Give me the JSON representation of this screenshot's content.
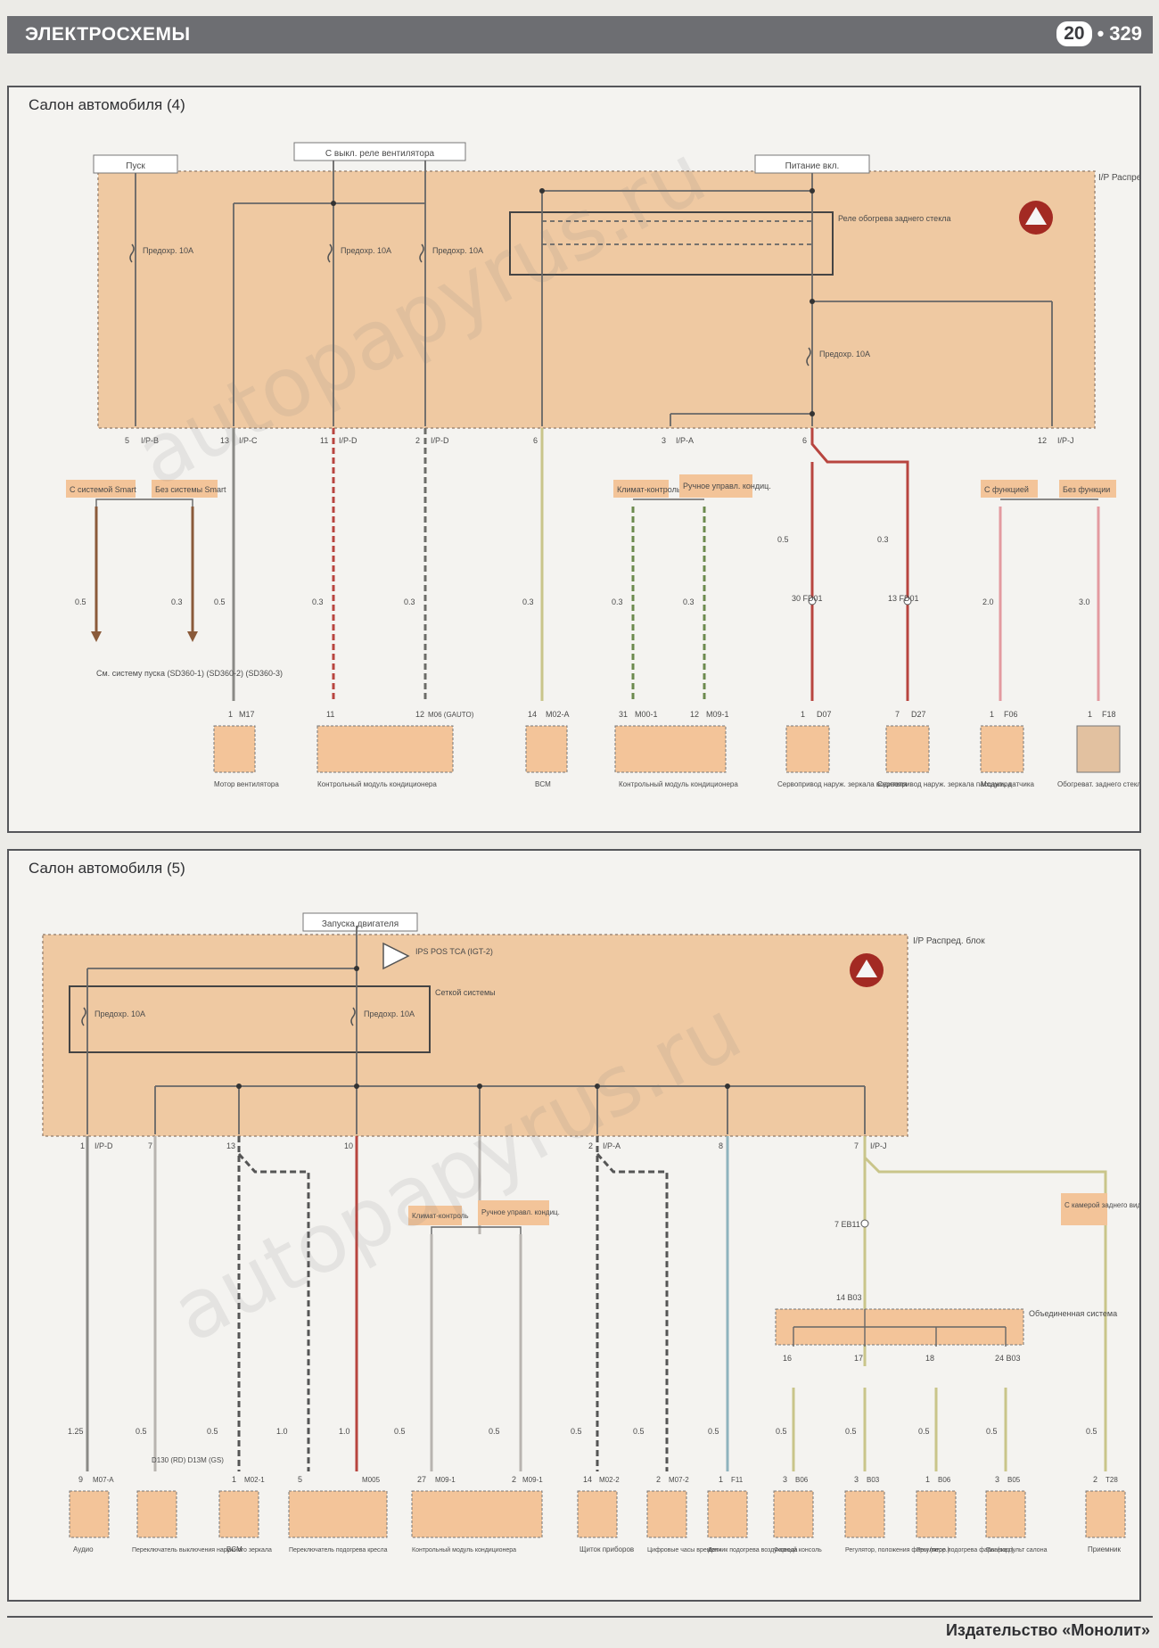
{
  "header": {
    "title": "ЭЛЕКТРОСХЕМЫ",
    "chapter": "20",
    "page": "329"
  },
  "footer": {
    "publisher": "Издательство «Монолит»"
  },
  "watermark": "autopapyrus.ru",
  "colors": {
    "header_bg": "#6d6e72",
    "junction_box": "#efc9a2",
    "connector_box": "#f3c499",
    "wire_red": "#b8453f",
    "wire_green": "#6c8a4e",
    "wire_yellow": "#c9c58a",
    "wire_gray": "#8a8a86",
    "wire_blue": "#8fb3bd",
    "wire_pink": "#e39aa0",
    "wire_brown": "#8a5a3a"
  },
  "panel4": {
    "title": "Салон автомобиля (4)",
    "source_labels": [
      "Пуск",
      "С выкл. реле вентилятора",
      "Питание вкл."
    ],
    "junction_label": "I/P Распред. блок",
    "relay_label": "Реле обогрева заднего стекла",
    "fuses": [
      "Предохр. 10A",
      "Предохр. 10A",
      "Предохр. 10A",
      "Предохр. 10A"
    ],
    "top_pins": [
      {
        "pin": "5",
        "code": "I/P-B"
      },
      {
        "pin": "13",
        "code": "I/P-C"
      },
      {
        "pin": "11",
        "code": "I/P-D"
      },
      {
        "pin": "2",
        "code": "I/P-D"
      },
      {
        "pin": "6",
        "code": ""
      },
      {
        "pin": "3",
        "code": "I/P-A"
      },
      {
        "pin": "6",
        "code": ""
      },
      {
        "pin": "12",
        "code": "I/P-J"
      }
    ],
    "branch_labels": [
      "С системой Smart",
      "Без системы Smart",
      "Климат-контроль",
      "Ручное управл. кондиц.",
      "С функцией",
      "Без функции"
    ],
    "wire_sizes": [
      "0.5",
      "0.3",
      "0.5",
      "0.3",
      "0.3",
      "0.3",
      "0.3",
      "0.3",
      "0.5",
      "0.3",
      "2.0",
      "3.0"
    ],
    "splice_labels": [
      "30 FD01",
      "13 FD01"
    ],
    "ref_note": "См. систему пуска (SD360-1) (SD360-2) (SD360-3)",
    "bottom_connectors": [
      {
        "pin": "1",
        "code": "M17",
        "name": "Мотор вентилятора"
      },
      {
        "pin": "11",
        "code": "",
        "name": "Контрольный модуль кондиционера"
      },
      {
        "pin": "12",
        "code": "M06 (GAUTO)",
        "name": ""
      },
      {
        "pin": "14",
        "code": "M02-A",
        "name": "BCM"
      },
      {
        "pin": "31",
        "code": "M00-1",
        "name": "Контрольный модуль кондиционера"
      },
      {
        "pin": "12",
        "code": "M09-1",
        "name": ""
      },
      {
        "pin": "1",
        "code": "D07",
        "name": "Сервопривод наруж. зеркала водителя"
      },
      {
        "pin": "7",
        "code": "D27",
        "name": "Сервопривод наруж. зеркала пассажира"
      },
      {
        "pin": "1",
        "code": "F06",
        "name": "Модуль датчика"
      },
      {
        "pin": "1",
        "code": "F18",
        "name": "Обогреват. заднего стекла"
      }
    ]
  },
  "panel5": {
    "title": "Салон автомобиля (5)",
    "source_label": "Запуска двигателя",
    "junction_label": "I/P Распред. блок",
    "module_label": "Сеткой системы",
    "ips_label": "IPS POS TCA (IGT-2)",
    "fuses": [
      "Предохр. 10A",
      "Предохр. 10A"
    ],
    "top_pins": [
      {
        "pin": "1",
        "code": "I/P-D"
      },
      {
        "pin": "7",
        "code": ""
      },
      {
        "pin": "13",
        "code": ""
      },
      {
        "pin": "10",
        "code": ""
      },
      {
        "pin": "",
        "code": ""
      },
      {
        "pin": "2",
        "code": "I/P-A"
      },
      {
        "pin": "8",
        "code": ""
      },
      {
        "pin": "7",
        "code": "I/P-J"
      }
    ],
    "branch_labels": [
      "Климат-контроль",
      "Ручное управл. кондиц.",
      "С камерой заднего вида"
    ],
    "wire_sizes": [
      "1.25",
      "0.5",
      "0.5",
      "1.0",
      "1.0",
      "0.5",
      "0.5",
      "0.5",
      "0.5",
      "0.5",
      "0.5",
      "0.5",
      "0.5",
      "0.5",
      "0.5"
    ],
    "splice_top": "7 EB11",
    "splice_pin": "14 B03",
    "gauge_label": "Объединенная система",
    "gauge_pins": [
      "16",
      "17",
      "18",
      "24 B03"
    ],
    "bottom_connectors": [
      {
        "pin": "9",
        "code": "M07-A",
        "name": "Аудио"
      },
      {
        "pin": "",
        "code": "D130 (RD) D13M (GS)",
        "name": "Переключатель выключения наружного зеркала"
      },
      {
        "pin": "1",
        "code": "M02-1",
        "name": "BCM"
      },
      {
        "pin": "5",
        "code": "M005",
        "name": "Переключатель подогрева кресла"
      },
      {
        "pin": "27",
        "code": "M09-1",
        "name": "Контрольный модуль кондиционера"
      },
      {
        "pin": "2",
        "code": "M09-1",
        "name": ""
      },
      {
        "pin": "14",
        "code": "M02-2",
        "name": "Щиток приборов"
      },
      {
        "pin": "2",
        "code": "M07-2",
        "name": "Цифровые часы времени"
      },
      {
        "pin": "1",
        "code": "F11",
        "name": "Датчик подогрева воздуховода"
      },
      {
        "pin": "3",
        "code": "B06",
        "name": "Фарный консоль"
      },
      {
        "pin": "3",
        "code": "B03",
        "name": "Регулятор, положения фары (пере.)"
      },
      {
        "pin": "1",
        "code": "B06",
        "name": "Регулятор подогрева фары (зад.)"
      },
      {
        "pin": "3",
        "code": "B05",
        "name": "Плавка пульт салона"
      },
      {
        "pin": "2",
        "code": "T28",
        "name": "Приемник"
      }
    ]
  }
}
